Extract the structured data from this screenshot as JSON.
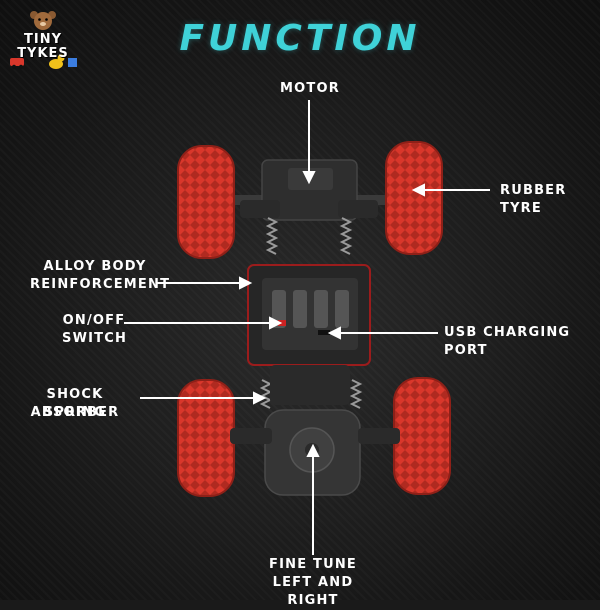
{
  "logo": {
    "line1": "TINY",
    "line2": "TYKES"
  },
  "title": "FUNCTION",
  "labels": {
    "motor": "MOTOR",
    "rubber_tyre": "RUBBER TYRE",
    "alloy_body_1": "ALLOY BODY",
    "alloy_body_2": "REINFORCEMENT",
    "on_off_1": "ON/OFF",
    "on_off_2": "SWITCH",
    "usb_port": "USB CHARGING PORT",
    "shock_1": "SHOCK ABSORBER",
    "shock_2": "SPRING",
    "fine_tune_1": "FINE TUNE",
    "fine_tune_2": "LEFT AND RIGHT"
  },
  "colors": {
    "title": "#3fd2d8",
    "tyre": "#d9372b",
    "chassis": "#2b2b2b",
    "label": "#ffffff"
  }
}
